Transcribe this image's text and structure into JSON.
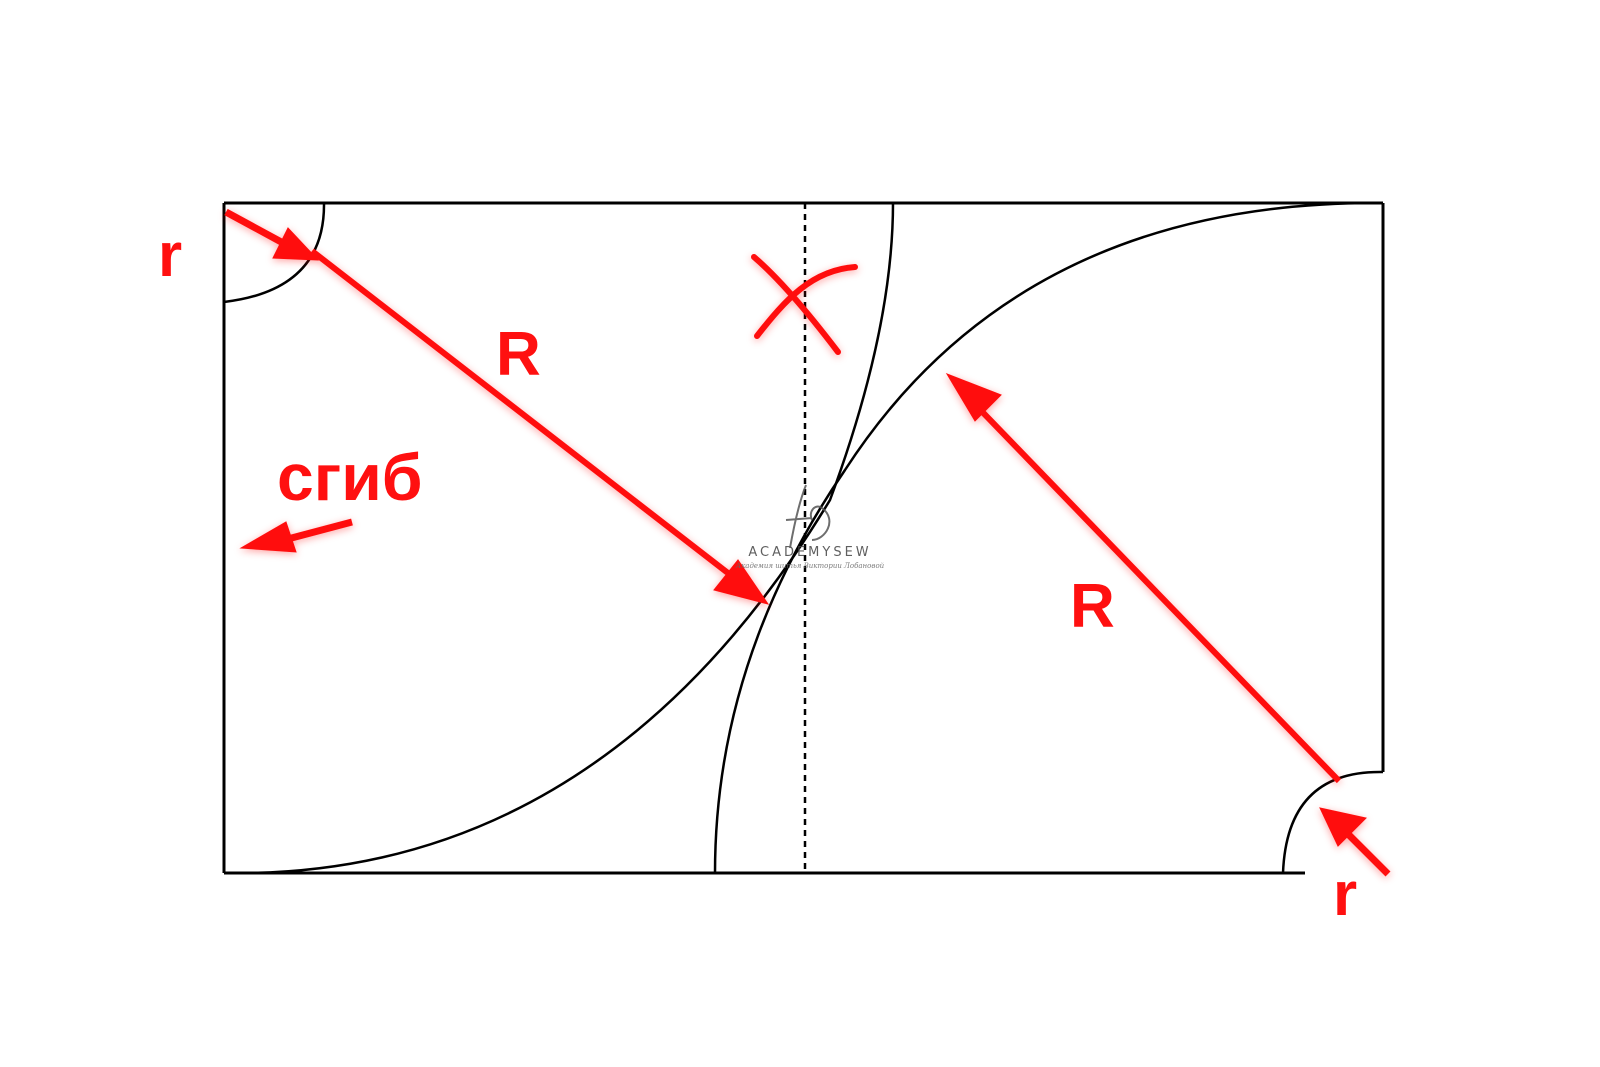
{
  "labels": {
    "small_radius_top": "r",
    "large_radius_left": "R",
    "fold": "сгиб",
    "large_radius_right": "R",
    "small_radius_bottom": "r"
  },
  "watermark": {
    "name": "ACADEMYSEW",
    "tagline": "Академия шитья Виктории Лобановой"
  },
  "colors": {
    "lines": "#000000",
    "annotations": "#ff1010",
    "background": "#ffffff"
  }
}
